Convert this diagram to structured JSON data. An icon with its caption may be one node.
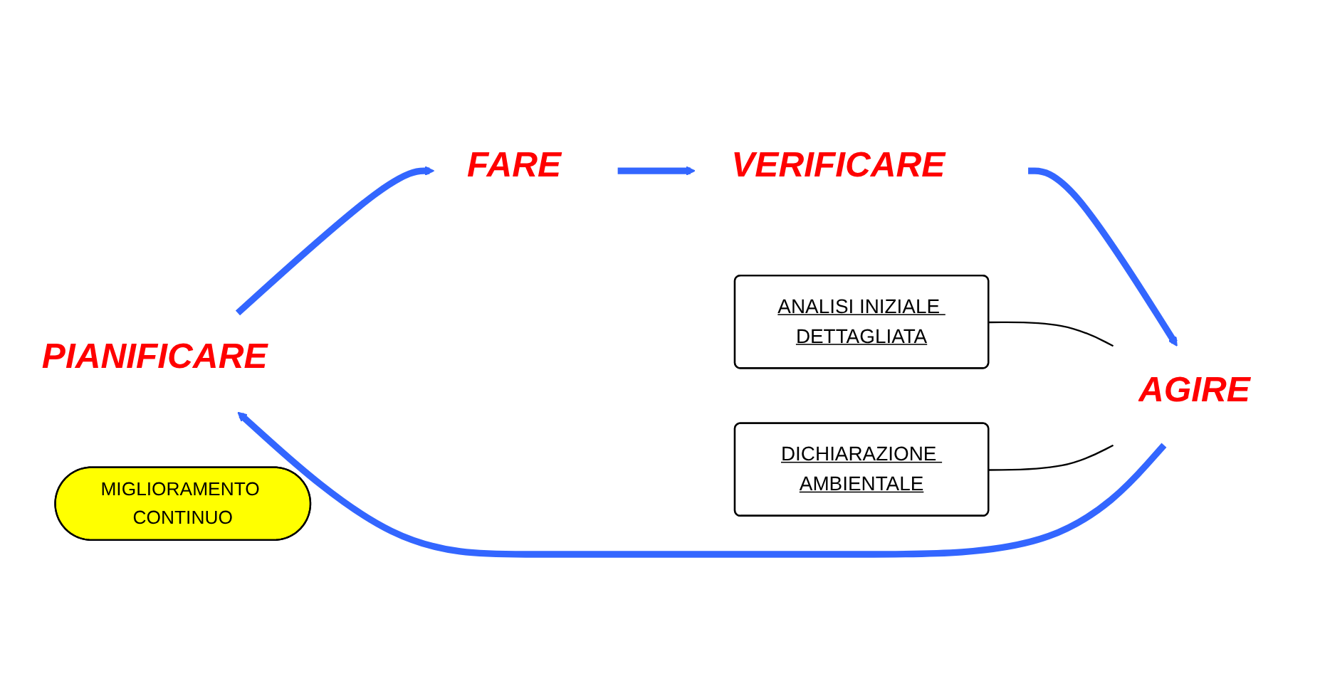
{
  "diagram": {
    "nodes": [
      {
        "text": [
          "PIANIFICARE"
        ]
      },
      {
        "text": [
          "ANALISI INIZIALE DETTAGLIATA"
        ]
      },
      {
        "text": [
          "DICHIARAZIONE AMBIENTALE"
        ]
      },
      {
        "text": [
          "AGIRE"
        ]
      },
      {
        "text": [
          "MIGLIORAMENTO CONTINUO"
        ]
      },
      {
        "text": [
          "FARE"
        ]
      },
      {
        "text": [
          "VERIFICARE"
        ]
      }
    ],
    "edges": [
      {
        "from": 3,
        "to": 0,
        "arrow": "to"
      },
      {
        "from": 0,
        "to": 5,
        "arrow": "to"
      },
      {
        "from": 5,
        "to": 6,
        "arrow": "to"
      },
      {
        "from": 6,
        "to": 3,
        "arrow": "to"
      },
      {
        "from": 1,
        "to": 3,
        "arrow": "none",
        "color": "#000000"
      },
      {
        "from": 2,
        "to": 3,
        "arrow": "none",
        "color": "#000000"
      }
    ]
  }
}
